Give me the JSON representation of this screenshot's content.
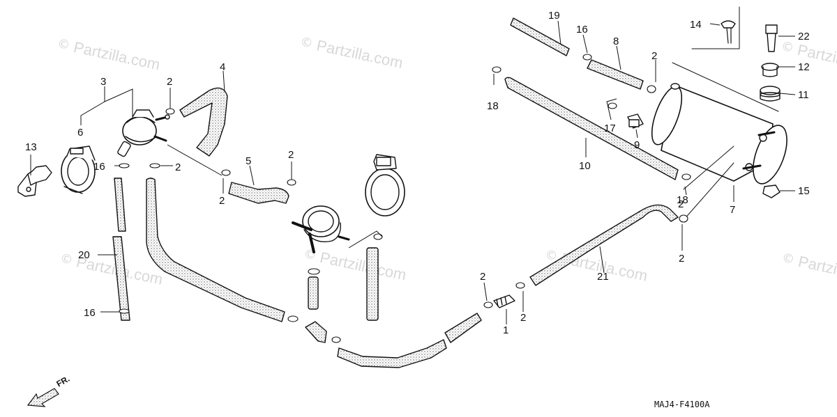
{
  "watermark": {
    "text": "Partzilla.com",
    "symbol": "©"
  },
  "diagram_code": "MAJ4-F4100A",
  "front_arrow_label": "FR.",
  "callouts": [
    {
      "id": "c1",
      "label": "1"
    },
    {
      "id": "c2a",
      "label": "2"
    },
    {
      "id": "c2b",
      "label": "2"
    },
    {
      "id": "c2c",
      "label": "2"
    },
    {
      "id": "c2d",
      "label": "2"
    },
    {
      "id": "c2e",
      "label": "2"
    },
    {
      "id": "c2f",
      "label": "2"
    },
    {
      "id": "c2g",
      "label": "2"
    },
    {
      "id": "c2h",
      "label": "2"
    },
    {
      "id": "c2i",
      "label": "2"
    },
    {
      "id": "c3",
      "label": "3"
    },
    {
      "id": "c4",
      "label": "4"
    },
    {
      "id": "c5",
      "label": "5"
    },
    {
      "id": "c6",
      "label": "6"
    },
    {
      "id": "c7",
      "label": "7"
    },
    {
      "id": "c8",
      "label": "8"
    },
    {
      "id": "c9",
      "label": "9"
    },
    {
      "id": "c10",
      "label": "10"
    },
    {
      "id": "c11",
      "label": "11"
    },
    {
      "id": "c12",
      "label": "12"
    },
    {
      "id": "c13",
      "label": "13"
    },
    {
      "id": "c14",
      "label": "14"
    },
    {
      "id": "c15",
      "label": "15"
    },
    {
      "id": "c16a",
      "label": "16"
    },
    {
      "id": "c16b",
      "label": "16"
    },
    {
      "id": "c16c",
      "label": "16"
    },
    {
      "id": "c17",
      "label": "17"
    },
    {
      "id": "c18a",
      "label": "18"
    },
    {
      "id": "c18b",
      "label": "18"
    },
    {
      "id": "c19",
      "label": "19"
    },
    {
      "id": "c20",
      "label": "20"
    },
    {
      "id": "c21",
      "label": "21"
    },
    {
      "id": "c22",
      "label": "22"
    }
  ]
}
